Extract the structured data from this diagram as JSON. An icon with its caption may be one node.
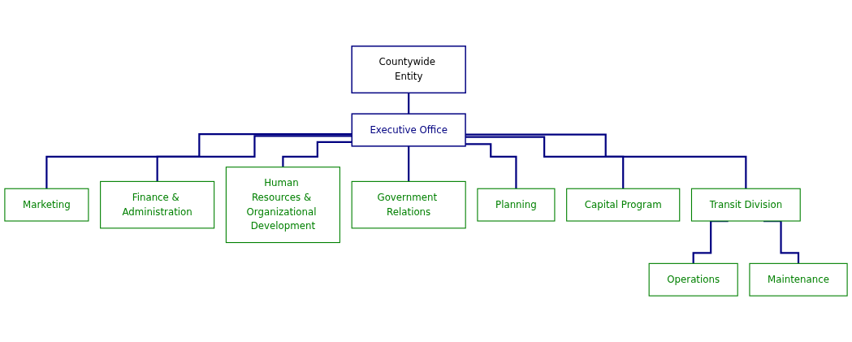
{
  "diagram": {
    "nodes": [
      {
        "text": [
          "Countywide Entity"
        ]
      },
      {
        "text": [
          "Executive Office"
        ]
      },
      {
        "text": [
          "Marketing"
        ]
      },
      {
        "text": [
          "Finance & Administration"
        ]
      },
      {
        "text": [
          "Human Resources & Organizational Development"
        ]
      },
      {
        "text": [
          "Government Relations"
        ]
      },
      {
        "text": [
          "Planning"
        ]
      },
      {
        "text": [
          "Capital Program"
        ]
      },
      {
        "text": [
          "Transit Division"
        ]
      },
      {
        "text": [
          "Operations"
        ]
      },
      {
        "text": [
          "Maintenance"
        ]
      }
    ],
    "edges": [
      {
        "from": 0,
        "to": 1,
        "arrow": "none"
      },
      {
        "from": 1,
        "to": 2,
        "arrow": "none"
      },
      {
        "from": 1,
        "to": 3,
        "arrow": "none"
      },
      {
        "from": 1,
        "to": 4,
        "arrow": "none"
      },
      {
        "from": 1,
        "to": 5,
        "arrow": "none"
      },
      {
        "from": 1,
        "to": 6,
        "arrow": "none"
      },
      {
        "from": 1,
        "to": 7,
        "arrow": "none"
      },
      {
        "from": 1,
        "to": 8,
        "arrow": "none"
      },
      {
        "from": 8,
        "to": 9,
        "arrow": "none"
      },
      {
        "from": 8,
        "to": 10,
        "arrow": "none"
      }
    ]
  }
}
